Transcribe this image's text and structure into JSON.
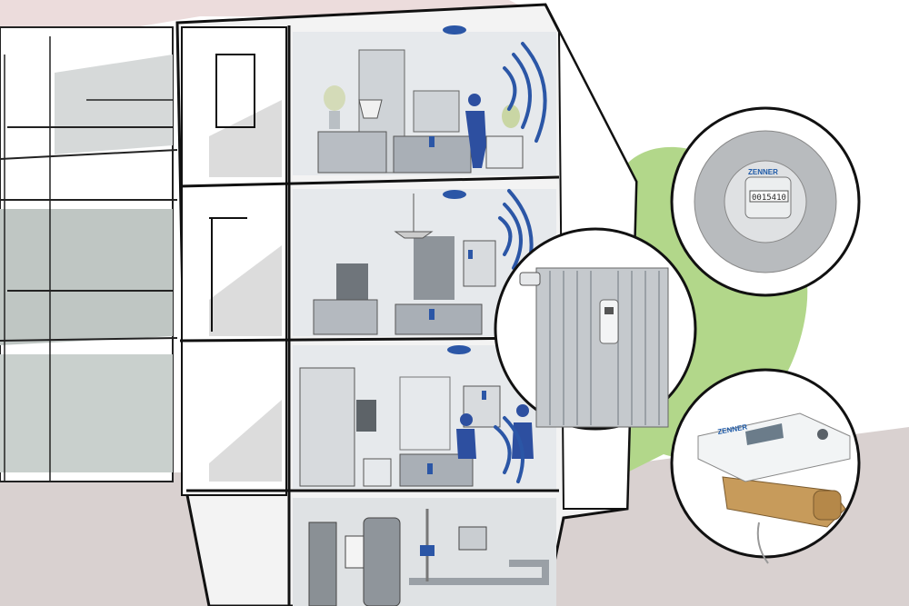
{
  "colors": {
    "background": "#ffffff",
    "ground": "#d9d1d0",
    "roof": "#e8d6d6",
    "wall": "#c9ccd0",
    "interior": "#e4e7ea",
    "furniture": "#a9afb6",
    "sensor_blue": "#2b56a6",
    "person": "#2d4fa0",
    "tree": "#a9d27f",
    "brass": "#c79b5b"
  },
  "icons": [
    "smoke-detector-icon",
    "wireless-signal-icon",
    "radiator-icon",
    "heat-cost-allocator-icon",
    "water-meter-icon",
    "heat-meter-icon"
  ],
  "water_meter": {
    "brand": "ZENNER",
    "reading": "0015410"
  },
  "heat_meter": {
    "brand": "ZENNER"
  }
}
